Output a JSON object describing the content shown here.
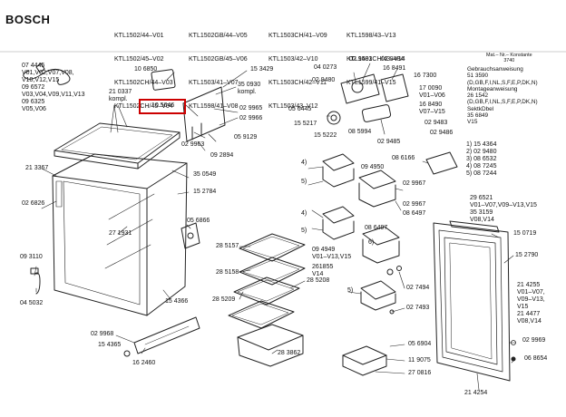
{
  "brand": "BOSCH",
  "models": {
    "col1": [
      "KTL1502/44–V01",
      "KTL1502/45–V02",
      "KTL1502CH/44–V03",
      "KTL1502CH/45–V04"
    ],
    "col2": [
      "KTL1502GB/44–V05",
      "KTL1502GB/45–V06",
      "KTL1503/41–V07",
      "KTL1598/41–V08"
    ],
    "col3": [
      "KTL1503CH/41–V09",
      "KTL1503/42–V10",
      "KTL1503CH/42–V11",
      "KTL1503/43–V12"
    ],
    "col4": [
      "KTL1598/43–V13",
      "KTL1503CH/43–V14",
      "KTL1599/41–V15"
    ]
  },
  "highlighted_part": "10 5046",
  "side_note": {
    "header": "Mat.– Nr.– Konstante\n3740",
    "lines": "Gebrauchsanweisung\n51 3590\n(D,GB,F,I,NL,S,F,E,P,DK,N)\nMontageanweisung\n26 1542\n(D,GB,F,I,NL,S,F,E,P,DK,N)\nSektkDbel\n35 6849\nV15"
  },
  "labels": [
    {
      "t": "07 4445\nV01,V02,V07,V08,\nV10,V12,V15\n09 6572\nV03,V04,V09,V11,V13\n09 6325\nV05,V06"
    },
    {
      "t": "21 0337\nkompl."
    },
    {
      "t": "10 6850"
    },
    {
      "t": "15 3429"
    },
    {
      "t": "35 0930\nkompl."
    },
    {
      "t": "02 9965"
    },
    {
      "t": "02 9966"
    },
    {
      "t": "02 9963"
    },
    {
      "t": "05 9129"
    },
    {
      "t": "09 2894"
    },
    {
      "t": "21 3367"
    },
    {
      "t": "35 0549"
    },
    {
      "t": "15 2784"
    },
    {
      "t": "02 6826"
    },
    {
      "t": "05 6866"
    },
    {
      "t": "27 1931"
    },
    {
      "t": "09 3110"
    },
    {
      "t": "04 5032"
    },
    {
      "t": "15 4366"
    },
    {
      "t": "02 9968"
    },
    {
      "t": "15 4365"
    },
    {
      "t": "16 2460"
    },
    {
      "t": "04 0273"
    },
    {
      "t": "02 9481"
    },
    {
      "t": "02 9484"
    },
    {
      "t": "16 8491"
    },
    {
      "t": "16 7300"
    },
    {
      "t": "02 9480"
    },
    {
      "t": "17 0090\nV01–V06"
    },
    {
      "t": "16 8490\nV07–V15"
    },
    {
      "t": "05 6445"
    },
    {
      "t": "15 5217"
    },
    {
      "t": "15 5222"
    },
    {
      "t": "08 5994"
    },
    {
      "t": "02 9485"
    },
    {
      "t": "02 9483"
    },
    {
      "t": "02 9486"
    },
    {
      "t": "4)"
    },
    {
      "t": "5)"
    },
    {
      "t": "09 4950"
    },
    {
      "t": "08 6166"
    },
    {
      "t": "1) 15 4364\n2) 02 9480\n3) 08 6532\n4) 08 7245\n5) 08 7244"
    },
    {
      "t": "02 9967"
    },
    {
      "t": "4)"
    },
    {
      "t": "5)"
    },
    {
      "t": "02 9967"
    },
    {
      "t": "08 6497"
    },
    {
      "t": "28 5157"
    },
    {
      "t": "28 5158"
    },
    {
      "t": "28 5209"
    },
    {
      "t": "09 4949\nV01–V13,V15"
    },
    {
      "t": "261855\nV14"
    },
    {
      "t": "28 5208"
    },
    {
      "t": "08 6497"
    },
    {
      "t": "6)"
    },
    {
      "t": "5)"
    },
    {
      "t": "02 7494"
    },
    {
      "t": "02 7493"
    },
    {
      "t": "29 6521\nV01–V07,V09–V13,V15\n35 3159\nV08,V14"
    },
    {
      "t": "15 0719"
    },
    {
      "t": "15 2790"
    },
    {
      "t": "21 4255\nV01–V07,\nV09–V13,\nV15\n21 4477\nV08,V14"
    },
    {
      "t": "02 9969"
    },
    {
      "t": "06 8654"
    },
    {
      "t": "28 3862"
    },
    {
      "t": "05 6904"
    },
    {
      "t": "11 9075"
    },
    {
      "t": "27 0816"
    },
    {
      "t": "21 4254"
    }
  ]
}
